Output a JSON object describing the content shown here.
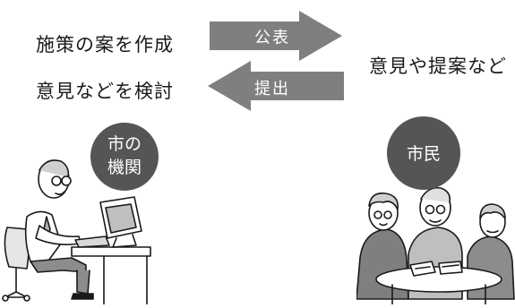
{
  "government": {
    "create_text": "施策の案を作成",
    "review_text": "意見などを検討",
    "badge_line1": "市の",
    "badge_line2": "機関"
  },
  "citizen": {
    "text": "意見や提案など",
    "badge": "市民"
  },
  "arrows": {
    "publish_label": "公表",
    "submit_label": "提出"
  },
  "colors": {
    "arrow_fill": "#7f7f7f",
    "circle_fill": "#555555",
    "text": "#1a1a1a"
  },
  "icons": {
    "government": "office-worker-computer-illustration",
    "citizen": "citizen-group-illustration"
  }
}
